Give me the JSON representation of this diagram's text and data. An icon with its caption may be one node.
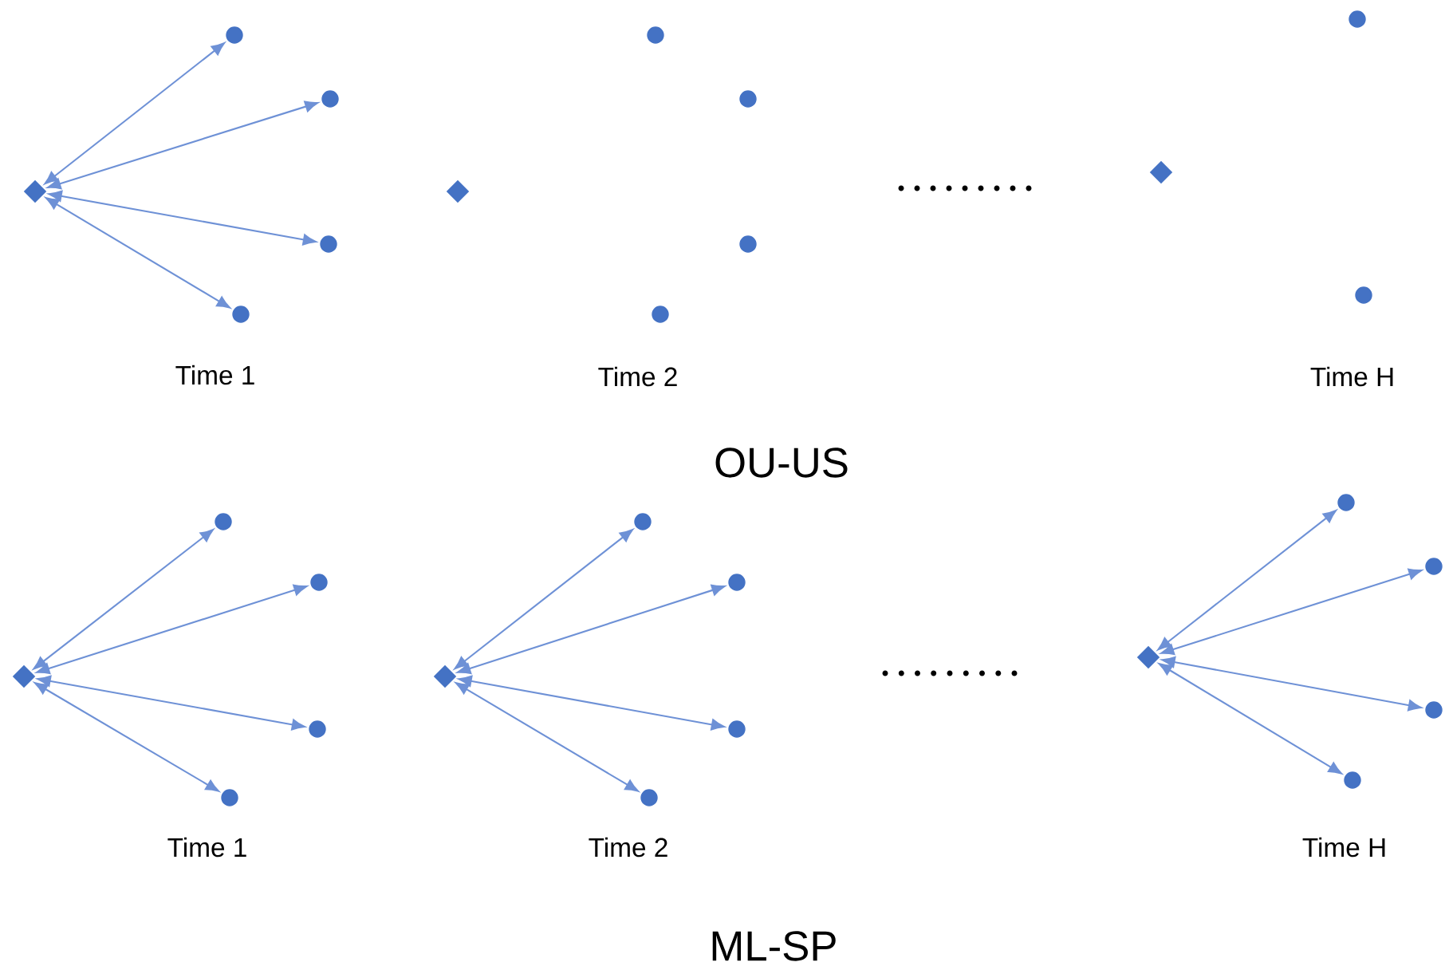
{
  "diagram": {
    "nodes": [
      {
        "text": [],
        "shape": "diamond"
      },
      {
        "text": [],
        "shape": "circle"
      },
      {
        "text": [],
        "shape": "circle"
      },
      {
        "text": [],
        "shape": "circle"
      },
      {
        "text": [],
        "shape": "circle"
      },
      {
        "text": [],
        "shape": "diamond"
      },
      {
        "text": [],
        "shape": "circle"
      },
      {
        "text": [],
        "shape": "circle"
      },
      {
        "text": [],
        "shape": "circle"
      },
      {
        "text": [],
        "shape": "circle"
      },
      {
        "text": [],
        "shape": "diamond"
      },
      {
        "text": [],
        "shape": "circle"
      },
      {
        "text": [],
        "shape": "circle"
      },
      {
        "text": [],
        "shape": "diamond"
      },
      {
        "text": [],
        "shape": "circle"
      },
      {
        "text": [],
        "shape": "circle"
      },
      {
        "text": [],
        "shape": "circle"
      },
      {
        "text": [],
        "shape": "circle"
      },
      {
        "text": [],
        "shape": "diamond"
      },
      {
        "text": [],
        "shape": "circle"
      },
      {
        "text": [],
        "shape": "circle"
      },
      {
        "text": [],
        "shape": "circle"
      },
      {
        "text": [],
        "shape": "circle"
      },
      {
        "text": [],
        "shape": "diamond"
      },
      {
        "text": [],
        "shape": "circle"
      },
      {
        "text": [],
        "shape": "circle"
      },
      {
        "text": [],
        "shape": "circle"
      },
      {
        "text": [],
        "shape": "circle"
      }
    ],
    "edges": [
      {
        "from": 0,
        "to": 1,
        "arrow": "both"
      },
      {
        "from": 0,
        "to": 2,
        "arrow": "both"
      },
      {
        "from": 0,
        "to": 3,
        "arrow": "both"
      },
      {
        "from": 0,
        "to": 4,
        "arrow": "both"
      },
      {
        "from": 13,
        "to": 14,
        "arrow": "both"
      },
      {
        "from": 13,
        "to": 15,
        "arrow": "both"
      },
      {
        "from": 13,
        "to": 16,
        "arrow": "both"
      },
      {
        "from": 13,
        "to": 17,
        "arrow": "both"
      },
      {
        "from": 18,
        "to": 19,
        "arrow": "both"
      },
      {
        "from": 18,
        "to": 20,
        "arrow": "both"
      },
      {
        "from": 18,
        "to": 21,
        "arrow": "both"
      },
      {
        "from": 18,
        "to": 22,
        "arrow": "both"
      },
      {
        "from": 23,
        "to": 24,
        "arrow": "both"
      },
      {
        "from": 23,
        "to": 25,
        "arrow": "both"
      },
      {
        "from": 23,
        "to": 26,
        "arrow": "both"
      },
      {
        "from": 23,
        "to": 27,
        "arrow": "both"
      }
    ],
    "labels": [
      "Time 1",
      "Time 2",
      "Time H",
      "OU-US",
      "Time 1",
      "Time 2",
      "Time H",
      "ML-SP"
    ]
  }
}
